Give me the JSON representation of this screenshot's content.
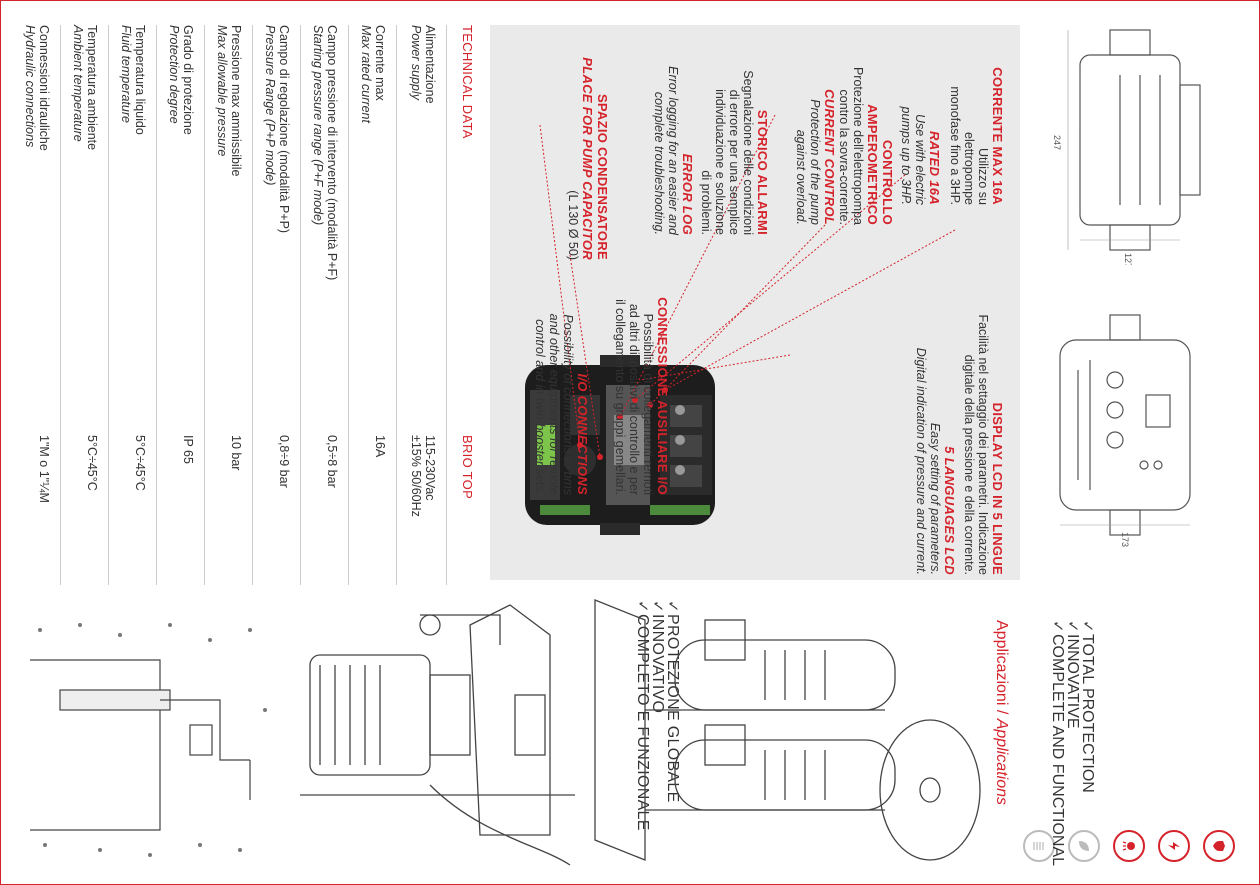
{
  "callouts": {
    "corrente": {
      "title": "CORRENTE MAX 16A",
      "it": [
        "Utilizzo su",
        "elettropompe",
        "monofase fino a 3HP."
      ],
      "title_en": "RATED 16A",
      "en": [
        "Use with electric",
        "pumps up to 3HP."
      ]
    },
    "controllo": {
      "title": [
        "CONTROLLO",
        "AMPEROMETRICO"
      ],
      "it": [
        "Protezione dell'elettropompa",
        "contro la sovra-corrente."
      ],
      "title_en": "CURRENT CONTROL",
      "en": [
        "Protection of the pump",
        "against overload."
      ]
    },
    "storico": {
      "title": "STORICO ALLARMI",
      "it": [
        "Segnalazione delle condizioni",
        "di errore per una semplice",
        "individuazione e soluzione",
        "di problemi."
      ],
      "title_en": "ERROR LOG",
      "en": [
        "Error logging for an easier and",
        "complete troubleshooting."
      ]
    },
    "spazio": {
      "title": [
        "SPAZIO CONDENSATORE",
        "PLACE FOR PUMP CAPACITOR"
      ],
      "note": "(L 130 Ø 50)"
    },
    "display": {
      "title": "DISPLAY LCD IN 5 LINGUE",
      "it": [
        "Facilità nel settaggio dei parametri. Indicazione",
        "digitale della pressione e della corrente."
      ],
      "title_en": "5 LANGUAGES LCD",
      "en": [
        "Easy setting of parameters.",
        "Digital indication of pressure and current."
      ]
    },
    "io": {
      "title": "CONNESSIONE AUSILIARE I/O",
      "it": [
        "Possibilità di collegamenti remoti",
        "ad altri dispositivi di controllo e per",
        "il collegamento su gruppi gemellari."
      ],
      "title_en": "I/O CONNECTIONS",
      "en": [
        "Possibility of connections to bms",
        "and other equipments for remote",
        "control and in twin booster sets."
      ]
    }
  },
  "dimensions": {
    "height": "247",
    "depth": "127",
    "width": "173"
  },
  "features": [
    {
      "it": "PROTEZIONE GLOBALE",
      "en": "TOTAL PROTECTION"
    },
    {
      "it": "INNOVATIVO",
      "en": "INNOVATIVE"
    },
    {
      "it": "COMPLETO E FUNZIONALE",
      "en": "COMPLETE AND FUNCTIONAL"
    }
  ],
  "applications": {
    "label_it": "Applicazioni / ",
    "label_en": "Applications"
  },
  "technical": {
    "header": "TECHNICAL DATA",
    "model": "BRIO TOP",
    "rows": [
      {
        "it": "Alimentazione",
        "en": "Power supply",
        "value": "115-230Vac",
        "value2": "±15% 50/60Hz"
      },
      {
        "it": "Corrente max",
        "en": "Max rated current",
        "value": "16A"
      },
      {
        "it": "Campo pressione di intervento (modalità P+F)",
        "en": "Starting pressure range (P+F mode)",
        "value": "0,5÷8 bar"
      },
      {
        "it": "Campo di regolazione (modalità P+P)",
        "en": "Pressure Range (P+P mode)",
        "value": "0,8÷9 bar"
      },
      {
        "it": "Pressione max ammissibile",
        "en": "Max allowable pressure",
        "value": "10 bar"
      },
      {
        "it": "Grado di protezione",
        "en": "Protection degree",
        "value": "IP 65"
      },
      {
        "it": "Temperatura liquido",
        "en": "Fluid temperature",
        "value": "5°C÷45°C"
      },
      {
        "it": "Temperatura ambiente",
        "en": "Ambient temperature",
        "value": "5°C÷45°C"
      },
      {
        "it": "Connessioni idrauliche",
        "en": "Hydraulic connections",
        "value": "1\"M o 1\"¼M"
      }
    ]
  },
  "colors": {
    "accent": "#d5232b",
    "panel": "#eaeaea"
  },
  "icons": [
    "shield-icon",
    "lightning-icon",
    "shower-icon",
    "leaf-icon",
    "manual-icon"
  ]
}
